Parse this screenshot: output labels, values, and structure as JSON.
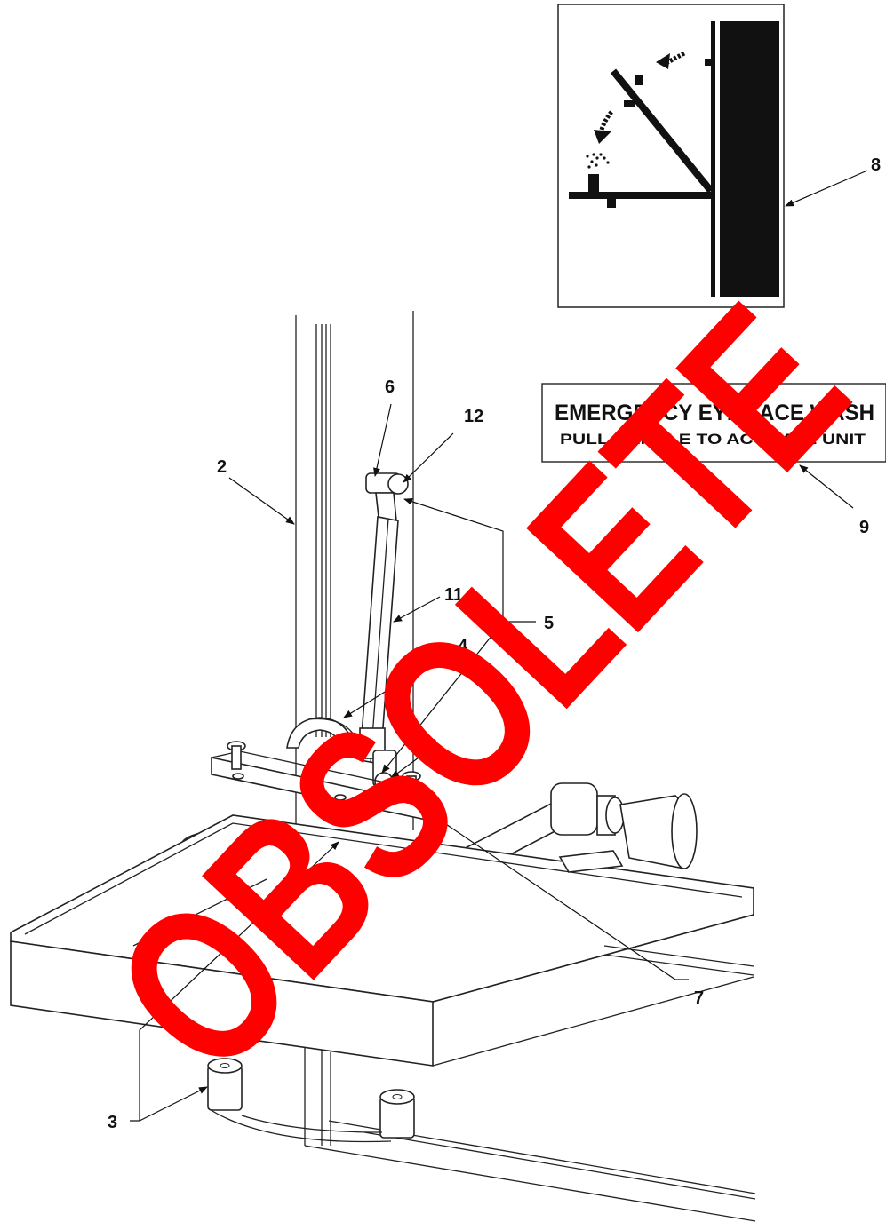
{
  "callouts": [
    {
      "id": "2",
      "label": "2"
    },
    {
      "id": "3",
      "label": "3"
    },
    {
      "id": "4",
      "label": "4"
    },
    {
      "id": "5",
      "label": "5"
    },
    {
      "id": "6",
      "label": "6"
    },
    {
      "id": "7",
      "label": "7"
    },
    {
      "id": "8",
      "label": "8"
    },
    {
      "id": "9",
      "label": "9"
    },
    {
      "id": "11",
      "label": "11"
    },
    {
      "id": "12",
      "label": "12"
    },
    {
      "id": "13",
      "label": "13"
    }
  ],
  "sign": {
    "line1": "EMERGENCY EYE/FACE WASH",
    "line2": "PULL HANDLE TO ACTIVATE UNIT"
  },
  "watermark": {
    "text": "OBSOLETE",
    "color": "#ff0000"
  },
  "colors": {
    "line": "#222222",
    "background": "#ffffff"
  }
}
